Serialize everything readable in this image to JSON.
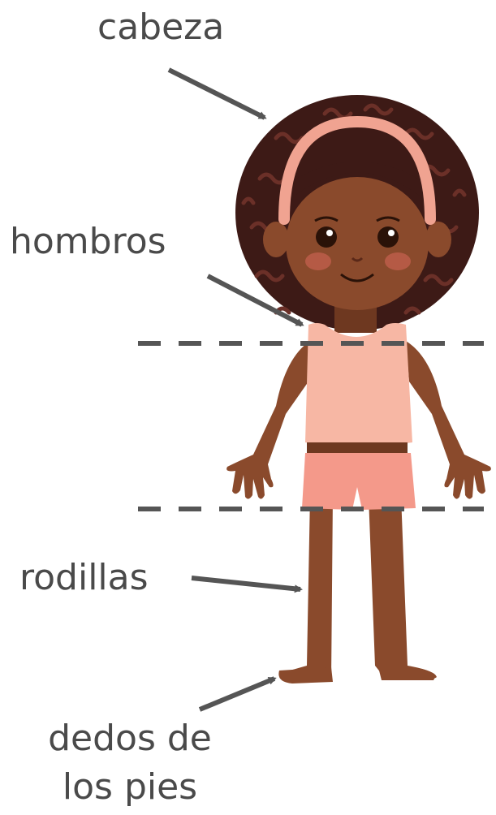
{
  "labels": {
    "head": "cabeza",
    "shoulders": "hombros",
    "knees": "rodillas",
    "toes_line1": "dedos de",
    "toes_line2": "los pies"
  },
  "colors": {
    "text": "#4a4a4a",
    "arrow": "#555555",
    "skin": "#8a4a2c",
    "skin_dark": "#6e3820",
    "hair": "#3d1a16",
    "hair_curl": "#5a2822",
    "headband": "#f0a391",
    "top": "#f7b7a4",
    "shorts": "#f4998a",
    "cheek": "#d9705c"
  }
}
